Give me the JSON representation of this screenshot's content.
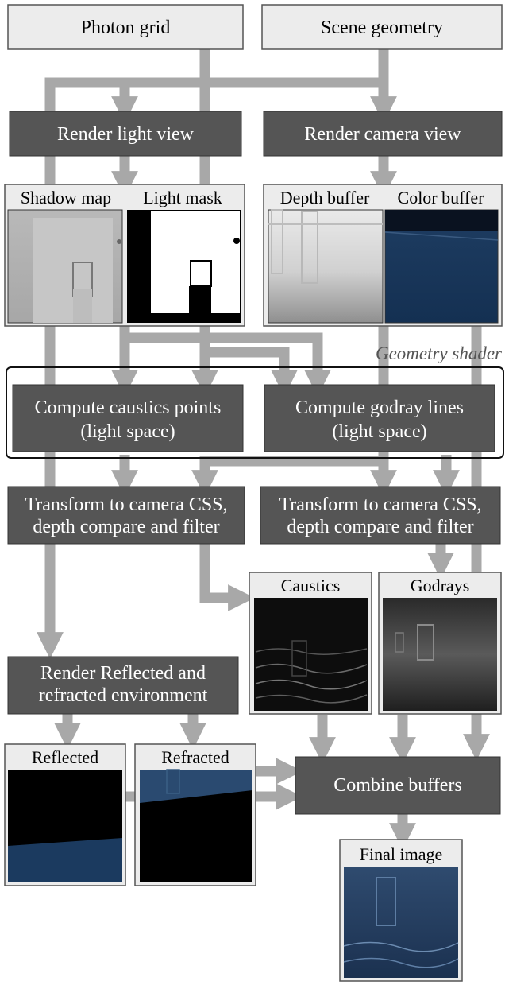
{
  "diagram": {
    "inputs": {
      "photon_grid": "Photon grid",
      "scene_geometry": "Scene geometry"
    },
    "render_light_view": "Render light view",
    "render_camera_view": "Render camera view",
    "shadow_map": "Shadow map",
    "light_mask": "Light mask",
    "depth_buffer": "Depth buffer",
    "color_buffer": "Color buffer",
    "geometry_shader": "Geometry shader",
    "compute_caustics": {
      "line1": "Compute caustics points",
      "line2": "(light space)"
    },
    "compute_godray": {
      "line1": "Compute godray lines",
      "line2": "(light space)"
    },
    "transform_left": {
      "line1": "Transform to camera CSS,",
      "line2": "depth compare and filter"
    },
    "transform_right": {
      "line1": "Transform to camera CSS,",
      "line2": "depth compare and filter"
    },
    "caustics": "Caustics",
    "godrays": "Godrays",
    "render_reflected": {
      "line1": "Render Reflected and",
      "line2": "refracted environment"
    },
    "reflected": "Reflected",
    "refracted": "Refracted",
    "combine_buffers": "Combine buffers",
    "final_image": "Final image",
    "colors": {
      "dark_box": "#555555",
      "light_box": "#ececec",
      "arrow": "#a8a8a8"
    }
  }
}
